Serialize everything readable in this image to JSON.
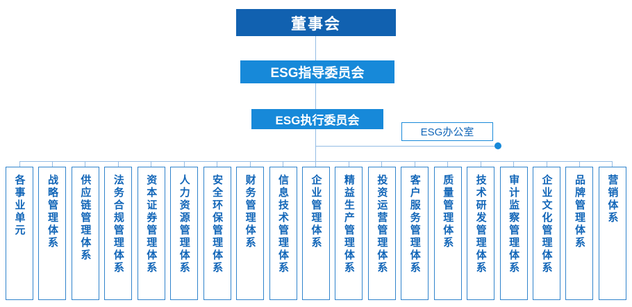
{
  "org": {
    "root": {
      "label": "董事会"
    },
    "steering_committee": {
      "label": "ESG指导委员会"
    },
    "executive_committee": {
      "label": "ESG执行委员会"
    },
    "office": {
      "label": "ESG办公室"
    },
    "departments": [
      "各事业单元",
      "战略管理体系",
      "供应链管理体系",
      "法务合规管理体系",
      "资本证券管理体系",
      "人力资源管理体系",
      "安全环保管理体系",
      "财务管理体系",
      "信息技术管理体系",
      "企业管理体系",
      "精益生产管理体系",
      "投资运营管理体系",
      "客户服务管理体系",
      "质量管理体系",
      "技术研发管理体系",
      "审计监察管理体系",
      "企业文化管理体系",
      "品牌管理体系",
      "营销体系"
    ]
  },
  "colors": {
    "root_bg": "#1161b0",
    "committee_bg": "#1789d9",
    "line": "#93bce4",
    "accent": "#1789d9",
    "box_border": "#2f83cc",
    "text_blue": "#1266b8"
  }
}
